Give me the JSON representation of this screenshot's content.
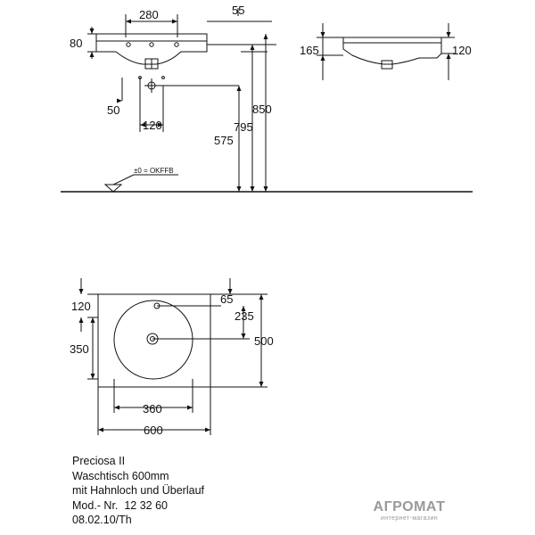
{
  "dimensions": {
    "top_width": "280",
    "overflow_offset": "55",
    "rim_height": "80",
    "side_depth_left": "165",
    "side_depth_right": "120",
    "drain_offset": "50",
    "drain_pitch": "120",
    "drain_height": "575",
    "bowl_height": "795",
    "rim_total_height": "850",
    "plan_top_offset": "120",
    "tap_hole_offset": "65",
    "drain_center_offset": "235",
    "plan_depth": "500",
    "bowl_depth": "350",
    "bowl_width": "360",
    "total_width": "600"
  },
  "floor_label": "±0 = OKFFB",
  "caption": [
    "Preciosa II",
    "Waschtisch 600mm",
    "mit Hahnloch und Überlauf",
    "Mod.- Nr.  12 32 60",
    "08.02.10/Th"
  ],
  "watermark": {
    "brand": "AГРОМАТ",
    "tagline": "интернет-магазин"
  }
}
